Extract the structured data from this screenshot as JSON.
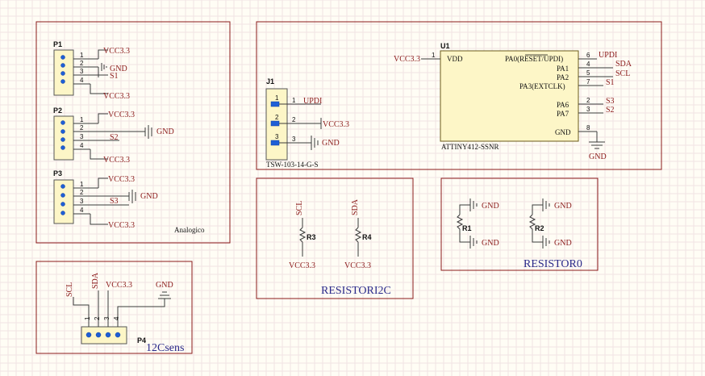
{
  "sheets": {
    "analog": "Analogico",
    "i2c_sens": "12Csens",
    "resistor_i2c": "RESISTORI2C",
    "resistor0": "RESISTOR0"
  },
  "connectors": {
    "p1": {
      "designator": "P1",
      "pins": [
        "1",
        "2",
        "3",
        "4"
      ]
    },
    "p2": {
      "designator": "P2",
      "pins": [
        "1",
        "2",
        "3",
        "4"
      ]
    },
    "p3": {
      "designator": "P3",
      "pins": [
        "1",
        "2",
        "3",
        "4"
      ]
    },
    "p4": {
      "designator": "P4",
      "pins": [
        "1",
        "2",
        "3",
        "4"
      ]
    },
    "j1": {
      "designator": "J1",
      "pins": [
        "1",
        "2",
        "3"
      ],
      "part": "TSW-103-14-G-S"
    }
  },
  "nets": {
    "vcc": "VCC3.3",
    "gnd": "GND",
    "s1": "S1",
    "s2": "S2",
    "s3": "S3",
    "scl": "SCL",
    "sda": "SDA",
    "updi": "UPDI"
  },
  "mcu": {
    "designator": "U1",
    "part": "ATTINY412-SSNR",
    "vdd": "VDD",
    "gnd": "GND",
    "pa0": "PA0(RESET/UPDI)",
    "pa1": "PA1",
    "pa2": "PA2",
    "pa3": "PA3(EXTCLK)",
    "pa6": "PA6",
    "pa7": "PA7",
    "pin_vdd": "1",
    "pin_pa0": "6",
    "pin_pa1": "4",
    "pin_pa2": "5",
    "pin_pa3": "7",
    "pin_pa6": "2",
    "pin_pa7": "3",
    "pin_gnd": "8"
  },
  "resistors": {
    "r1": "R1",
    "r2": "R2",
    "r3": "R3",
    "r4": "R4"
  }
}
